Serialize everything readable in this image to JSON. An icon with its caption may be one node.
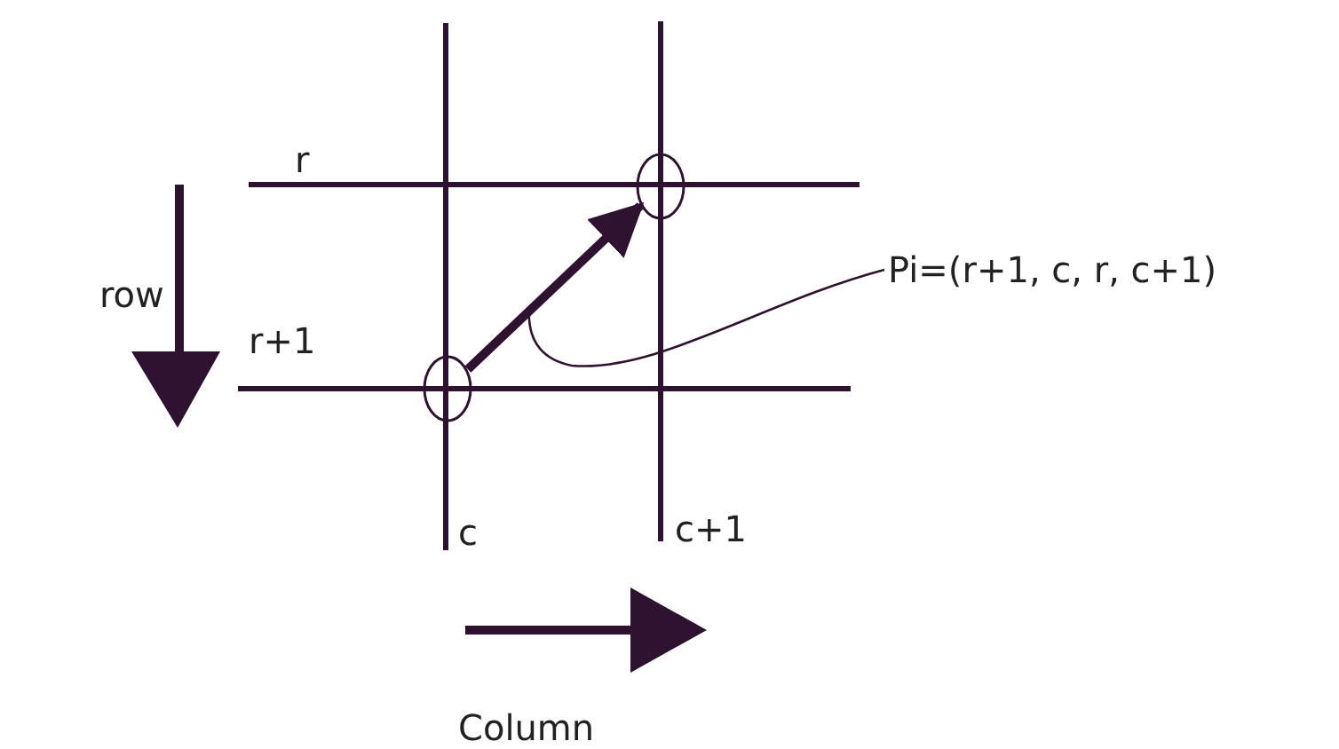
{
  "diagram": {
    "nodes": [
      {
        "text": [],
        "shape": "circle"
      },
      {
        "text": [],
        "shape": "circle"
      },
      {
        "text": [
          "Pi=(r+1, c, r, c+1)"
        ]
      }
    ],
    "edges": [
      {
        "from": 0,
        "to": 1,
        "arrow": "to",
        "style": "thick"
      },
      {
        "from": 2,
        "to": null,
        "arrow": "none"
      }
    ],
    "labels": [
      "r",
      "row",
      "r+1",
      "c",
      "c+1",
      "Column"
    ]
  }
}
